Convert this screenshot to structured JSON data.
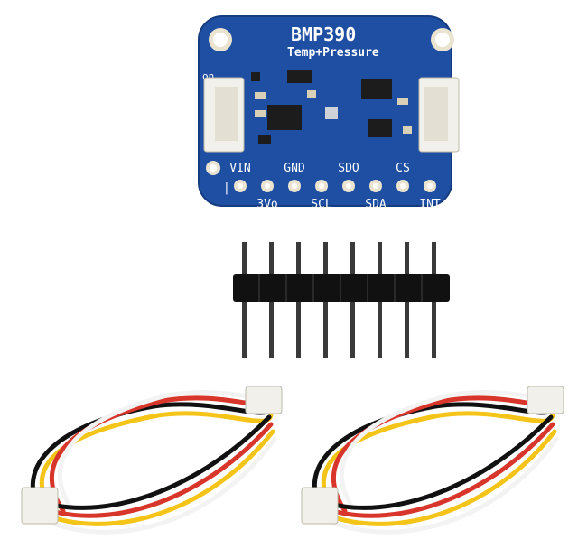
{
  "board": {
    "title": "BMP390",
    "subtitle": "Temp+Pressure",
    "switch_label": "on",
    "pins_top": [
      "VIN",
      "GND",
      "SDO",
      "CS"
    ],
    "pins_bottom": [
      "3Vo",
      "SCL",
      "SDA",
      "INT"
    ],
    "marker": "|"
  },
  "colors": {
    "pcb": "#1f4fa3",
    "pcb_edge": "#163c80",
    "silkscreen": "#ffffff",
    "pad": "#e9e3cf",
    "chip": "#1c1c1c",
    "connector": "#f2f0ea",
    "header_plastic": "#111111",
    "header_pin": "#444444",
    "wire_red": "#d8362b",
    "wire_yellow": "#f4c418",
    "wire_white": "#f3f3f3",
    "wire_black": "#111111"
  },
  "components": [
    {
      "name": "breakout-board"
    },
    {
      "name": "pin-header",
      "pins": 8
    },
    {
      "name": "jst-sh-cable"
    },
    {
      "name": "jst-sh-cable"
    }
  ]
}
